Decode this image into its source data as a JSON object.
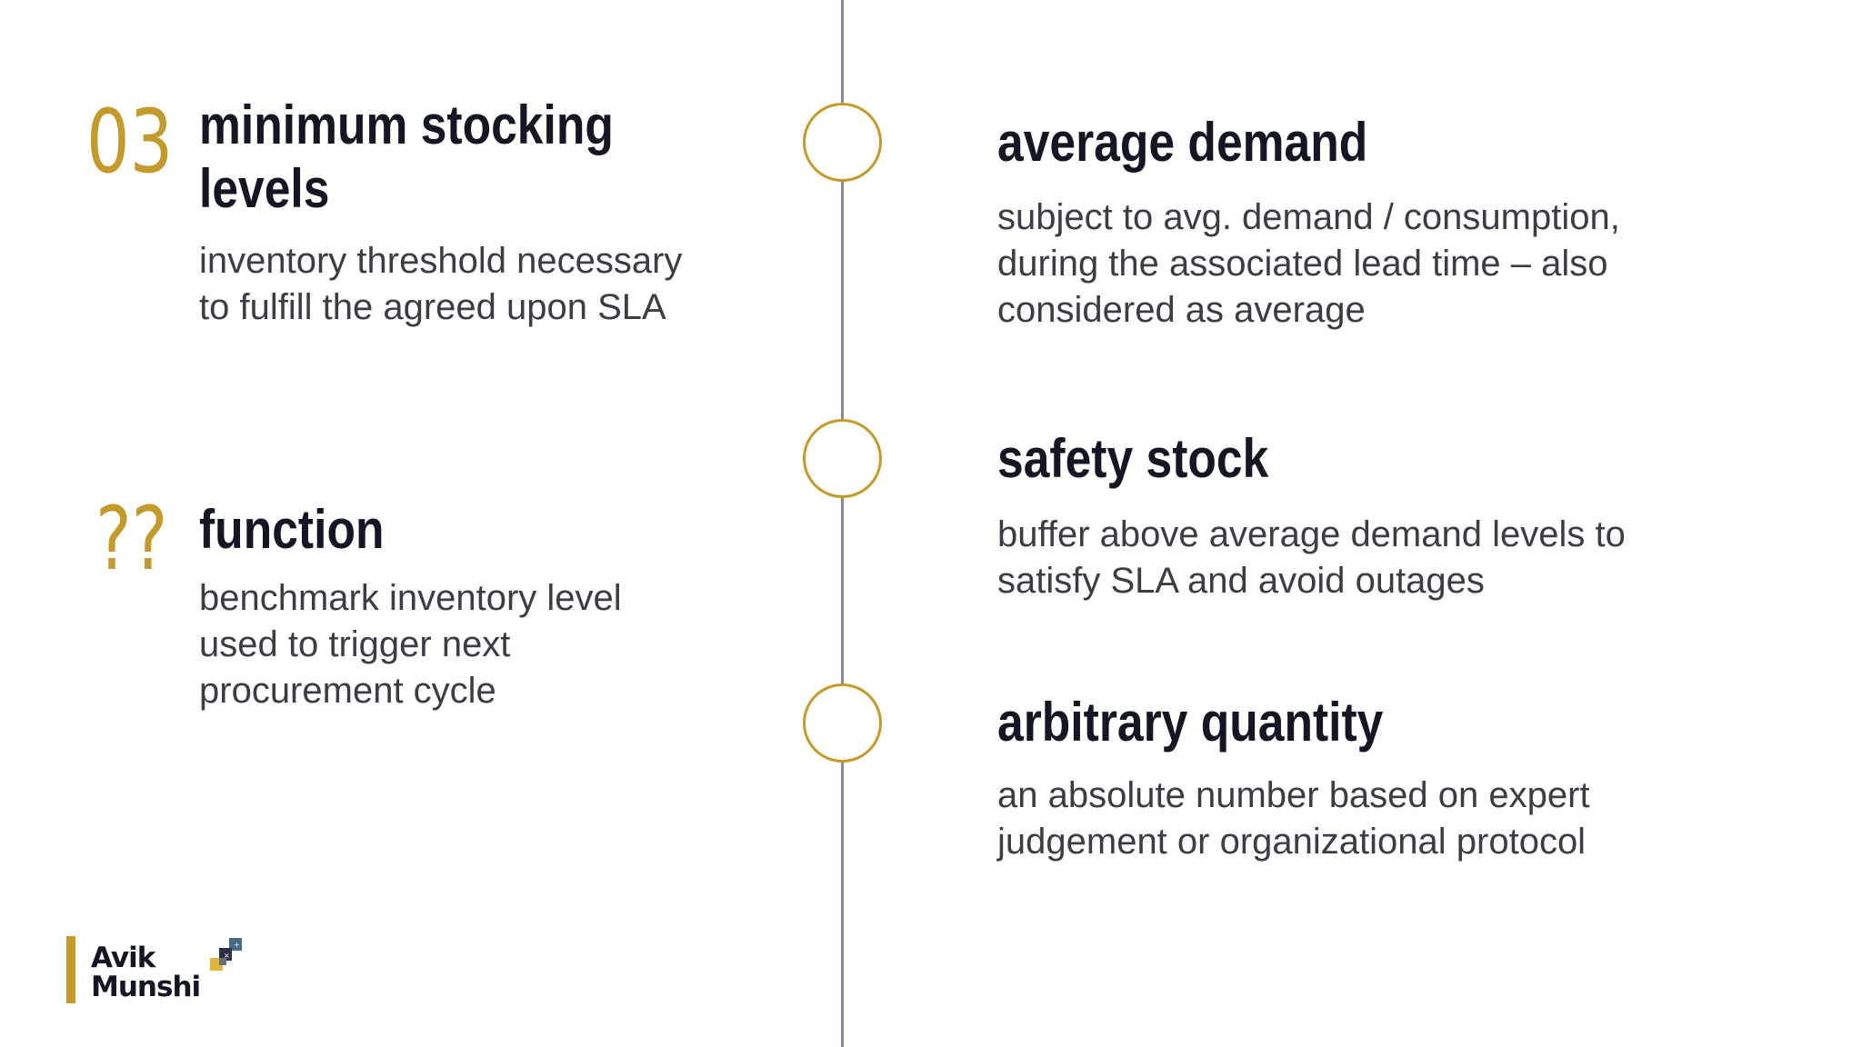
{
  "left": {
    "item1": {
      "number": "03",
      "title_line1": "minimum stocking",
      "title_line2": "levels",
      "description": "inventory threshold necessary to fulfill the agreed upon SLA"
    },
    "item2": {
      "number": "??",
      "title": "function",
      "description": "benchmark inventory level used to trigger next procurement cycle"
    }
  },
  "right": {
    "items": [
      {
        "title": "average demand",
        "description": "subject to avg. demand / consumption, during the associated lead time – also considered as average"
      },
      {
        "title": "safety stock",
        "description": "buffer above average demand levels to satisfy SLA and avoid outages"
      },
      {
        "title": "arbitrary quantity",
        "description": "an absolute number based on expert judgement or organizational protocol"
      }
    ]
  },
  "logo": {
    "line1": "Avik",
    "line2": "Munshi"
  },
  "colors": {
    "accent": "#c49a2a",
    "heading": "#141624",
    "body_text": "#3c3c44",
    "timeline": "#8a8a96"
  }
}
